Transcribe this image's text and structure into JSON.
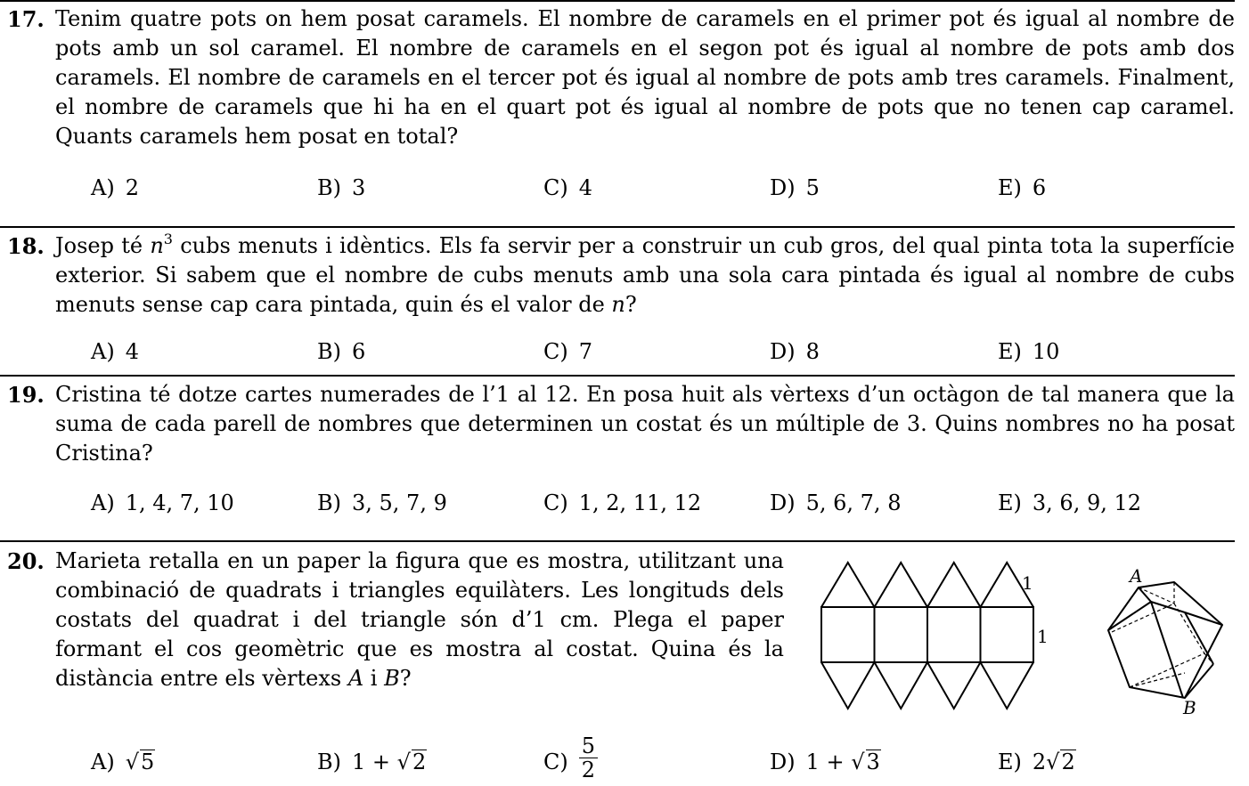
{
  "problems": [
    {
      "number": "17.",
      "text": "Tenim quatre pots on hem posat caramels. El nombre de caramels en el primer pot és igual al nombre de pots amb un sol caramel. El nombre de caramels en el segon pot és igual al nombre de pots amb dos caramels. El nombre de caramels en el tercer pot és igual al nombre de pots amb tres caramels. Finalment, el nombre de caramels que hi ha en el quart pot és igual al nombre de pots que no tenen cap caramel. Quants caramels hem posat en total?",
      "choices": [
        "A)",
        "2",
        "B)",
        "3",
        "C)",
        "4",
        "D)",
        "5",
        "E)",
        "6"
      ]
    },
    {
      "number": "18.",
      "text_a": "Josep té ",
      "var_n": "n",
      "exp": "3",
      "text_b": " cubs menuts i idèntics. Els fa servir per a construir un cub gros, del qual pinta tota la superfície exterior. Si sabem que el nombre de cubs menuts amb una sola cara pintada és igual al nombre de cubs menuts sense cap cara pintada, quin és el valor de ",
      "var_n2": "n",
      "text_c": "?",
      "choices": [
        "A)",
        "4",
        "B)",
        "6",
        "C)",
        "7",
        "D)",
        "8",
        "E)",
        "10"
      ]
    },
    {
      "number": "19.",
      "text": "Cristina té dotze cartes numerades de l’1 al 12. En posa huit als vèrtexs d’un octàgon de tal manera que la suma de cada parell de nombres que determinen un costat és un múltiple de 3. Quins nombres no ha posat Cristina?",
      "choices": [
        "A)",
        "1, 4, 7, 10",
        "B)",
        "3, 5, 7, 9",
        "C)",
        "1, 2, 11, 12",
        "D)",
        "5, 6, 7, 8",
        "E)",
        "3, 6, 9, 12"
      ]
    },
    {
      "number": "20.",
      "text_a": "Marieta retalla en un paper la figura que es mostra, utilitzant una combinació de quadrats i triangles equilàters. Les longituds dels costats del quadrat i del triangle són d’1 cm. Plega el paper formant el cos geomètric que es mostra al costat. Quina és la distància entre els vèrtexs ",
      "var_a": "A",
      "text_b": " i ",
      "var_b": "B",
      "text_c": "?",
      "choices": {
        "a_letter": "A)",
        "a_rad": "5",
        "b_letter": "B)",
        "b_pre": "1 + ",
        "b_rad": "2",
        "c_letter": "C)",
        "c_num": "5",
        "c_den": "2",
        "d_letter": "D)",
        "d_pre": "1 + ",
        "d_rad": "3",
        "e_letter": "E)",
        "e_pre": "2",
        "e_rad": "2"
      },
      "figure_labels": {
        "side_triangle": "1",
        "side_square": "1",
        "vertex_a": "A",
        "vertex_b": "B"
      }
    }
  ]
}
